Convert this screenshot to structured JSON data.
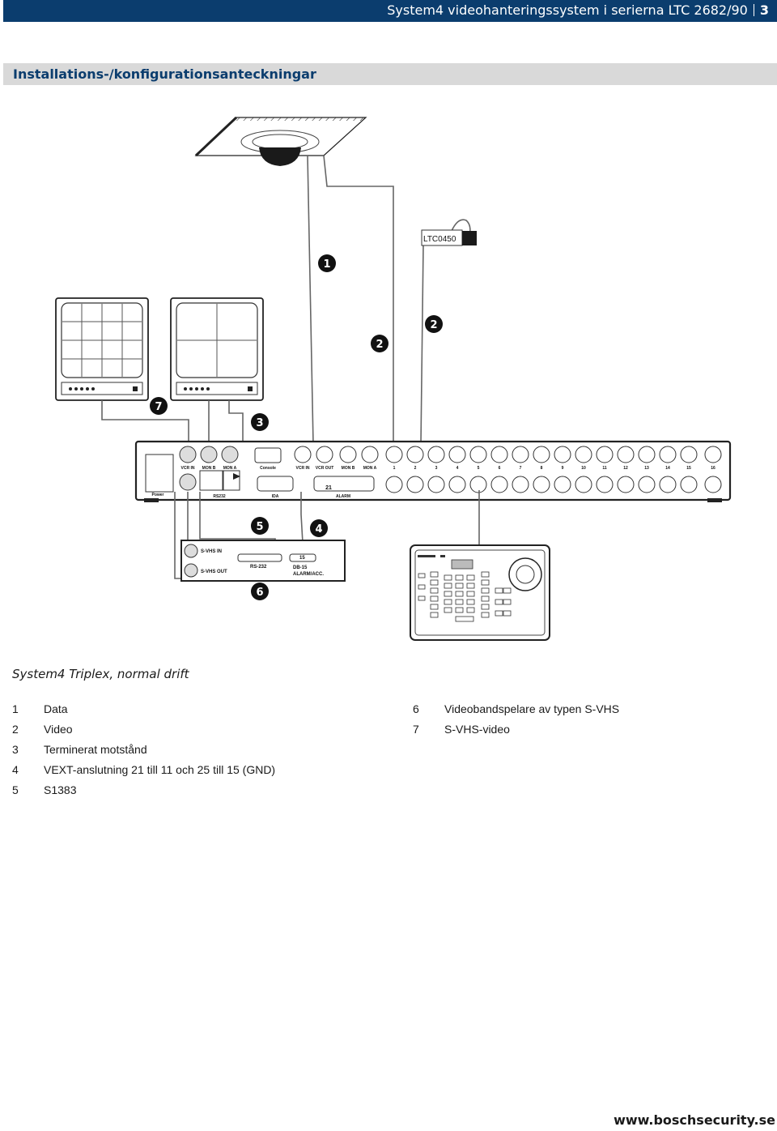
{
  "header": {
    "title": "System4 videohanteringssystem i serierna LTC 2682/90",
    "page": "3"
  },
  "section": {
    "title": "Installations-/konfigurationsanteckningar"
  },
  "diagram": {
    "callouts": [
      "1",
      "2",
      "3",
      "4",
      "5",
      "6",
      "7"
    ],
    "keypad_label": "LTC0450",
    "panel_labels": [
      "VCR IN",
      "MON B",
      "MON A",
      "Console",
      "VCR IN",
      "VCR OUT",
      "MON B",
      "MON A",
      "Power",
      "RS232",
      "IDA",
      "21",
      "ALARM"
    ],
    "vcr_labels": [
      "S-VHS IN",
      "S-VHS OUT",
      "RS-232",
      "15",
      "DB-15",
      "ALARM/ACC."
    ],
    "input_numbers": [
      "1",
      "2",
      "3",
      "4",
      "5",
      "6",
      "7",
      "8",
      "9",
      "10",
      "11",
      "12",
      "13",
      "14",
      "15",
      "16"
    ]
  },
  "caption": "System4 Triplex, normal drift",
  "legend_left": [
    {
      "num": "1",
      "text": "Data"
    },
    {
      "num": "2",
      "text": "Video"
    },
    {
      "num": "3",
      "text": "Terminerat motstånd"
    },
    {
      "num": "4",
      "text": "VEXT-anslutning 21 till 11 och 25 till 15 (GND)"
    },
    {
      "num": "5",
      "text": "S1383"
    }
  ],
  "legend_right": [
    {
      "num": "6",
      "text": "Videobandspelare av typen S-VHS"
    },
    {
      "num": "7",
      "text": "S-VHS-video"
    }
  ],
  "footer": {
    "url": "www.boschsecurity.se"
  }
}
